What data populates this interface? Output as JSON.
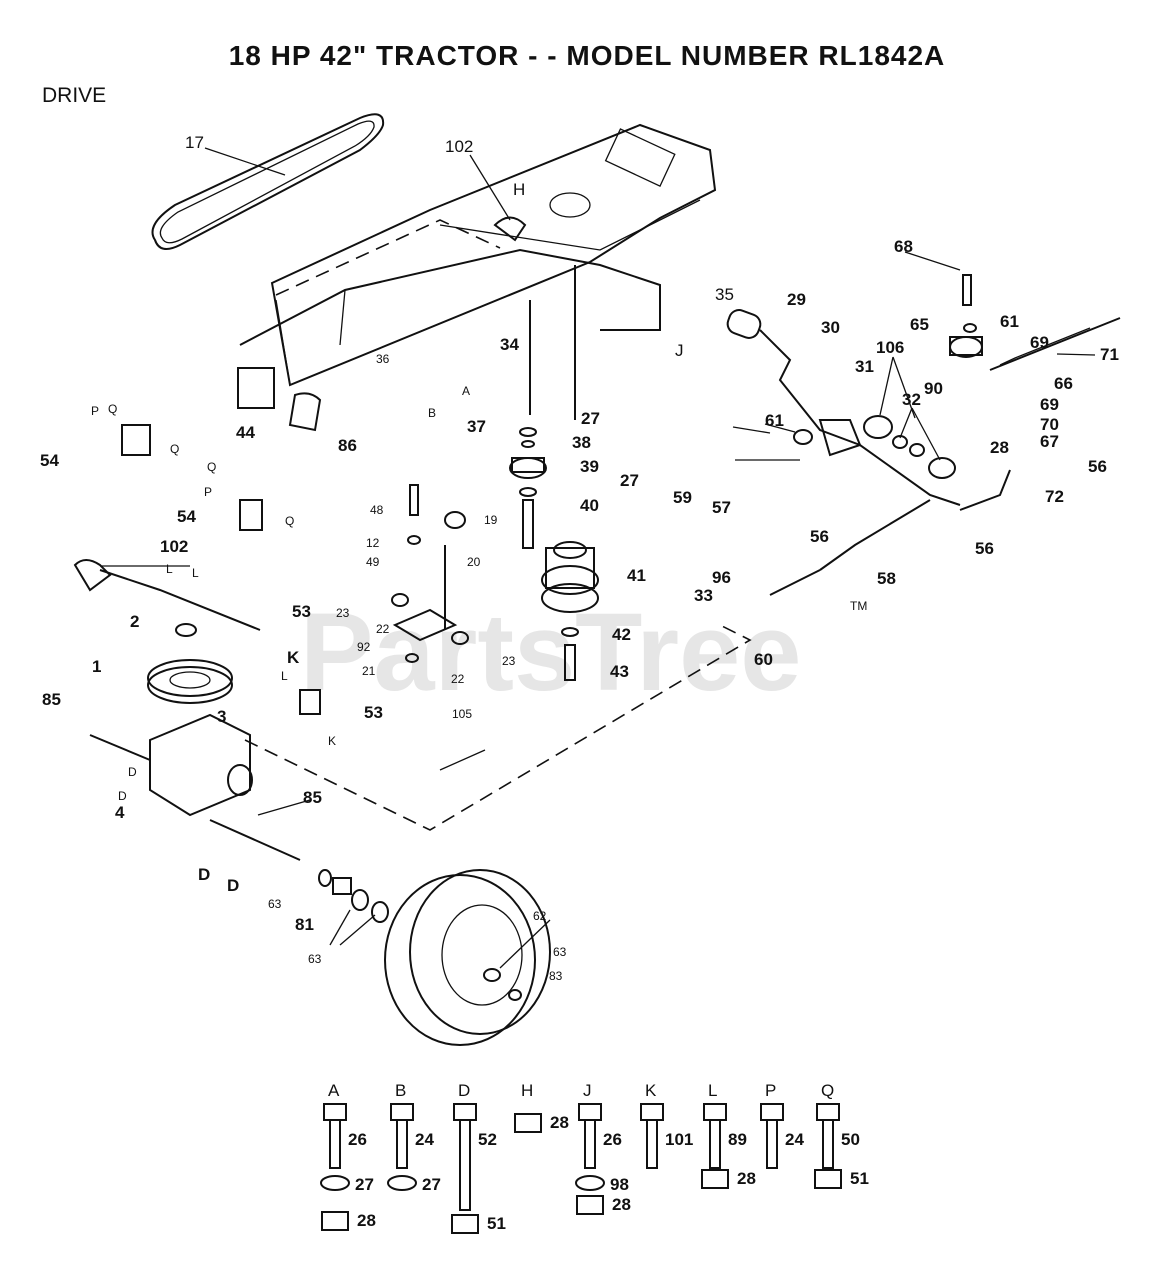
{
  "title": "18 HP 42\" TRACTOR - - MODEL NUMBER RL1842A",
  "section": "DRIVE",
  "watermark": "PartsTree",
  "trademark": "TM",
  "callouts": {
    "c17": "17",
    "c102a": "102",
    "cH": "H",
    "c35": "35",
    "cJ": "J",
    "c29": "29",
    "c30": "30",
    "c68": "68",
    "c65": "65",
    "c61a": "61",
    "c69a": "69",
    "c71": "71",
    "c106": "106",
    "c31": "31",
    "c32": "32",
    "c90": "90",
    "c66": "66",
    "c69b": "69",
    "c70": "70",
    "c67": "67",
    "c28a": "28",
    "c56a": "56",
    "c72": "72",
    "c61b": "61",
    "c59": "59",
    "c57": "57",
    "c56b": "56",
    "c56c": "56",
    "c58": "58",
    "c96": "96",
    "c33": "33",
    "c60": "60",
    "c36": "36",
    "cA": "A",
    "cB": "B",
    "c34": "34",
    "c44": "44",
    "c86": "86",
    "cP1": "P",
    "cQ1": "Q",
    "cQ2": "Q",
    "c54a": "54",
    "c37": "37",
    "c27a": "27",
    "c38": "38",
    "c39": "39",
    "c27b": "27",
    "c40": "40",
    "c41": "41",
    "c42": "42",
    "c43": "43",
    "c48": "48",
    "c19": "19",
    "c12": "12",
    "c20": "20",
    "c49": "49",
    "cQ3": "Q",
    "cP2": "P",
    "cQ4": "Q",
    "c54b": "54",
    "c102b": "102",
    "cL1": "L",
    "cL2": "L",
    "c53a": "53",
    "c23a": "23",
    "c22a": "22",
    "c92": "92",
    "c22b": "22",
    "c23b": "23",
    "c21": "21",
    "c2": "2",
    "cK1": "K",
    "c1": "1",
    "cL3": "L",
    "c53b": "53",
    "cK2": "K",
    "c85a": "85",
    "c3": "3",
    "cD1": "D",
    "cD2": "D",
    "c4": "4",
    "c85b": "85",
    "c105": "105",
    "cD3": "D",
    "cD4": "D",
    "c63a": "63",
    "c81": "81",
    "c63b": "63",
    "c62": "62",
    "c63c": "63",
    "c83": "83"
  },
  "hardware": [
    {
      "letter": "A",
      "bolt": "26",
      "washer": "27",
      "nut": "28"
    },
    {
      "letter": "B",
      "bolt": "24",
      "washer": "27"
    },
    {
      "letter": "D",
      "bolt": "52",
      "nut": "51"
    },
    {
      "letter": "H",
      "nut": "28"
    },
    {
      "letter": "J",
      "bolt": "26",
      "washer": "98",
      "nut": "28"
    },
    {
      "letter": "K",
      "bolt": "101"
    },
    {
      "letter": "L",
      "bolt": "89",
      "nut": "28"
    },
    {
      "letter": "P",
      "bolt": "24"
    },
    {
      "letter": "Q",
      "bolt": "50",
      "nut": "51"
    }
  ]
}
